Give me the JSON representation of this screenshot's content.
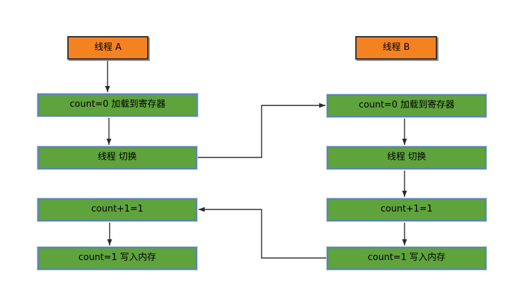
{
  "threads": [
    {
      "name": "线程 A",
      "steps": [
        "count=0 加载到寄存器",
        "线程 切换",
        "count+1=1",
        "count=1 写入内存"
      ]
    },
    {
      "name": "线程 B",
      "steps": [
        "count=0 加载到寄存器",
        "线程 切换",
        "count+1=1",
        "count=1 写入内存"
      ]
    }
  ],
  "colors": {
    "header_fill": "#F58220",
    "header_border": "#333333",
    "step_fill": "#5FA33D",
    "step_border": "#5B82B5",
    "connector": "#2B2B2B",
    "text": "#000000",
    "background": "#FFFFFF"
  }
}
